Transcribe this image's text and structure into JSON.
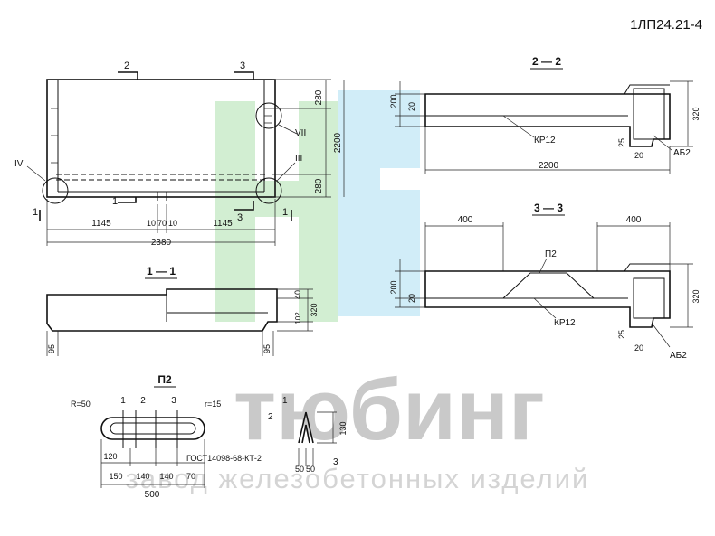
{
  "sheet_code": "1ЛП24.21-4",
  "watermark": {
    "brand": "тюбинг",
    "subtitle": "завод железобетонных изделий",
    "colors": {
      "green": "#bfe7bf",
      "blue": "#bde6f5",
      "gray": "#b8b8b8"
    }
  },
  "plan": {
    "section_marks": [
      "2",
      "3",
      "1",
      "1",
      "3",
      "1"
    ],
    "node_marks": [
      "IV",
      "VII",
      "III"
    ],
    "dim_top": "280",
    "dim_total_v": "2200",
    "dim_bottom": "280",
    "dim_left": "1145",
    "dim_mid": [
      "10",
      "70",
      "10"
    ],
    "dim_right": "1145",
    "dim_total_h": "2380"
  },
  "section_1_1": {
    "title": "1 — 1",
    "dims_right": [
      "40",
      "320",
      "102"
    ],
    "dim_left_bottom": "95",
    "dim_right_bottom": "95"
  },
  "section_2_2": {
    "title": "2 — 2",
    "dims_left": [
      "200",
      "20"
    ],
    "dim_right": "320",
    "dim_25": "25",
    "dim_20": "20",
    "dim_length": "2200",
    "labels": [
      "КР12",
      "АБ2"
    ]
  },
  "section_3_3": {
    "title": "3 — 3",
    "dim_left_top": "400",
    "dim_right_top": "400",
    "dims_left": [
      "200",
      "20"
    ],
    "dim_right": "320",
    "dim_25": "25",
    "dim_20": "20",
    "labels": [
      "П2",
      "КР12",
      "АБ2"
    ]
  },
  "p2": {
    "title": "П2",
    "radius_left": "R=50",
    "radius_right": "r=15",
    "positions": [
      "1",
      "2",
      "3"
    ],
    "side_positions": [
      "1",
      "2",
      "3"
    ],
    "dim_120": "120",
    "dims_bottom": [
      "150",
      "140",
      "140",
      "70"
    ],
    "dim_total": "500",
    "dim_130": "130",
    "dims_50": [
      "50",
      "50"
    ],
    "standard": "ГОСТ14098-68-КТ-2"
  }
}
